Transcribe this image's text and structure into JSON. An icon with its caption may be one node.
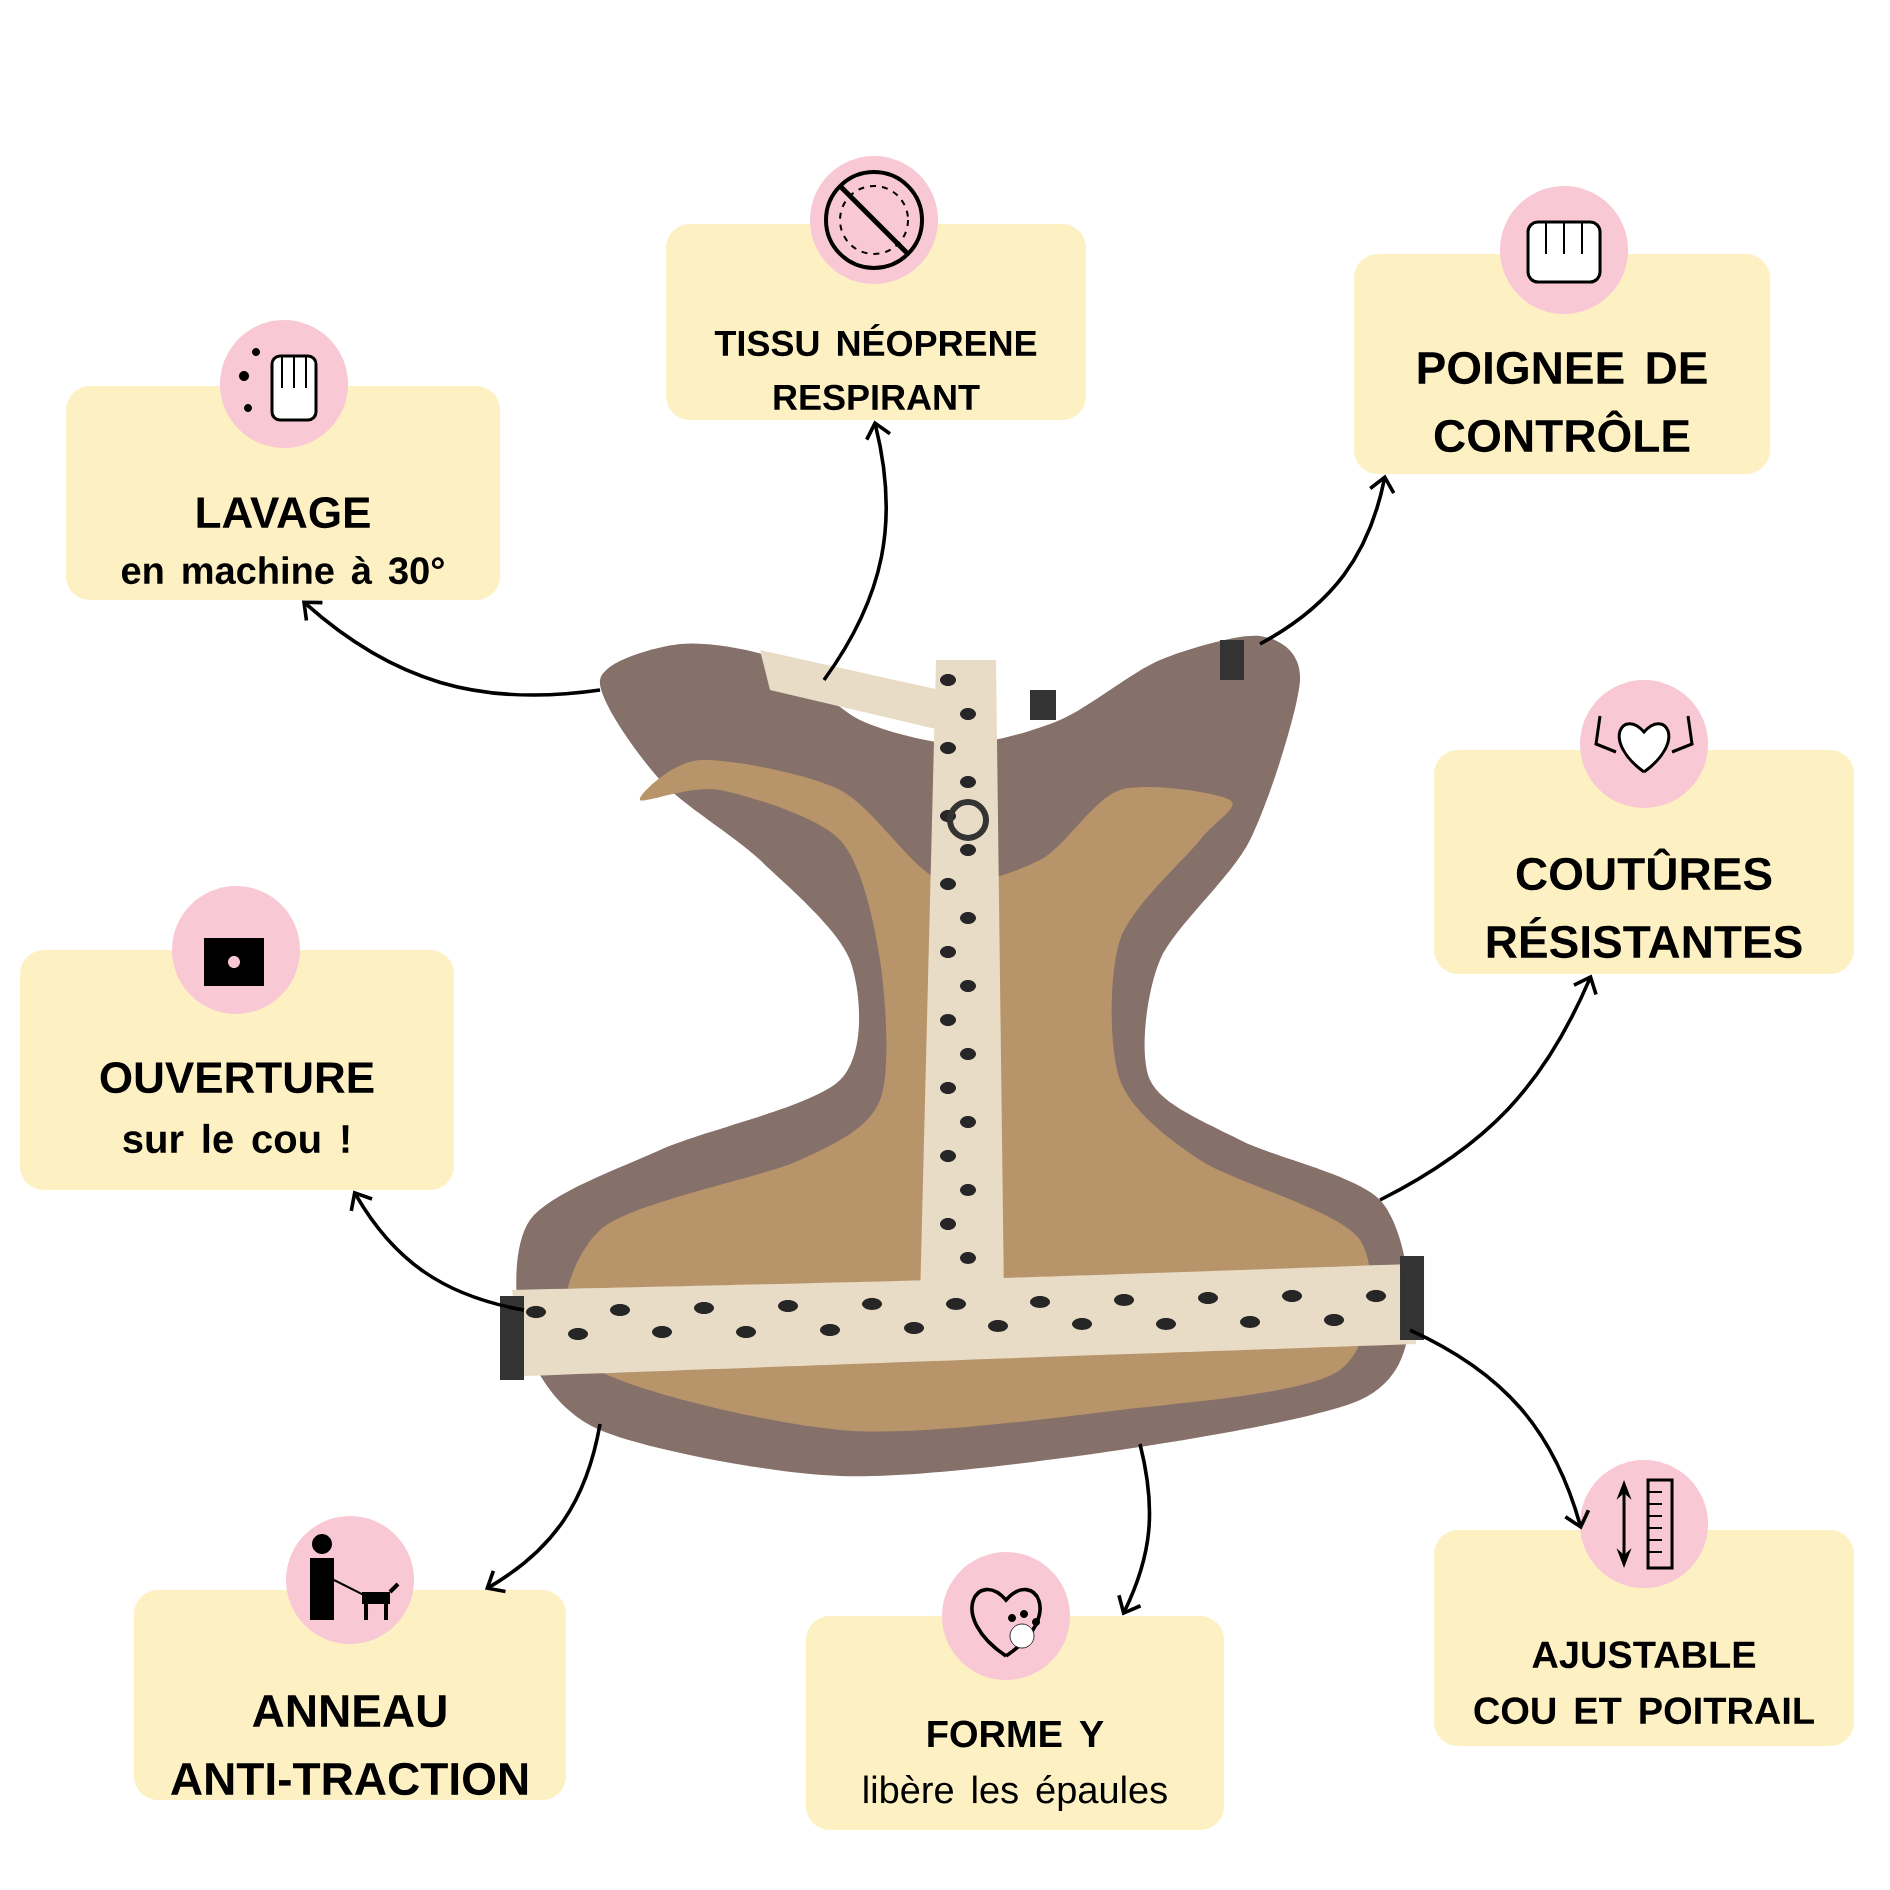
{
  "diagram": {
    "nodes": [
      {
        "text": [
          "TISSU NÉOPRENE RESPIRANT"
        ]
      },
      {
        "text": [
          "POIGNEE DE CONTRÔLE"
        ]
      },
      {
        "text": [
          "LAVAGE",
          "en machine à 30°"
        ]
      },
      {
        "text": [
          "COUTÛRES RÉSISTANTES"
        ]
      },
      {
        "text": [
          "OUVERTURE",
          "sur le cou !"
        ]
      },
      {
        "text": [
          "AJUSTABLE COU ET POITRAIL"
        ]
      },
      {
        "text": [
          "ANNEAU ANTI-TRACTION"
        ]
      },
      {
        "text": [
          "FORME Y",
          "libère les épaules"
        ]
      },
      {
        "text": [],
        "shape": "picture"
      }
    ],
    "edges": [
      {
        "from": 8,
        "to": 0,
        "arrow": "to"
      },
      {
        "from": 8,
        "to": 1,
        "arrow": "to"
      },
      {
        "from": 8,
        "to": 2,
        "arrow": "to"
      },
      {
        "from": 8,
        "to": 3,
        "arrow": "to"
      },
      {
        "from": 8,
        "to": 4,
        "arrow": "to"
      },
      {
        "from": 8,
        "to": 5,
        "arrow": "to"
      },
      {
        "from": 8,
        "to": 6,
        "arrow": "to"
      },
      {
        "from": 8,
        "to": 7,
        "arrow": "to"
      }
    ]
  }
}
